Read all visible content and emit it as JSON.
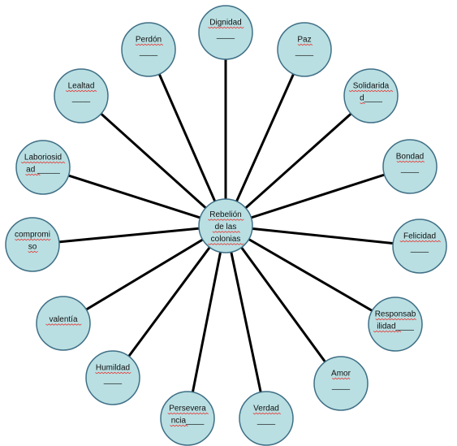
{
  "colors": {
    "node_fill": "#b9dfe2",
    "node_stroke": "#3f6f86",
    "connector": "#000000",
    "squiggle": "#e53935"
  },
  "center": {
    "lines": [
      "Rebelión",
      "de las",
      "colonias"
    ]
  },
  "values": [
    {
      "id": "dignidad",
      "lines": [
        "Dignidad",
        "____"
      ]
    },
    {
      "id": "paz",
      "lines": [
        "Paz",
        "____"
      ]
    },
    {
      "id": "solidaridad",
      "lines": [
        "Solidarida",
        "d____"
      ]
    },
    {
      "id": "bondad",
      "lines": [
        "Bondad",
        "____"
      ]
    },
    {
      "id": "felicidad",
      "lines": [
        "Felicidad",
        "____"
      ]
    },
    {
      "id": "responsabilidad",
      "lines": [
        "Responsab",
        "ilidad____"
      ]
    },
    {
      "id": "amor",
      "lines": [
        "Amor",
        "____"
      ]
    },
    {
      "id": "verdad",
      "lines": [
        "Verdad",
        "____"
      ]
    },
    {
      "id": "perseverancia",
      "lines": [
        "Persevera",
        "ncia____"
      ]
    },
    {
      "id": "humildad",
      "lines": [
        "Humildad",
        "____"
      ]
    },
    {
      "id": "valentia",
      "lines": [
        "valentía"
      ]
    },
    {
      "id": "compromiso",
      "lines": [
        "compromi",
        "so"
      ]
    },
    {
      "id": "laboriosidad",
      "lines": [
        "Laboriosid",
        "ad _____"
      ]
    },
    {
      "id": "lealtad",
      "lines": [
        "Lealtad",
        "____"
      ]
    },
    {
      "id": "perdon",
      "lines": [
        "Perdón",
        "____"
      ]
    }
  ]
}
